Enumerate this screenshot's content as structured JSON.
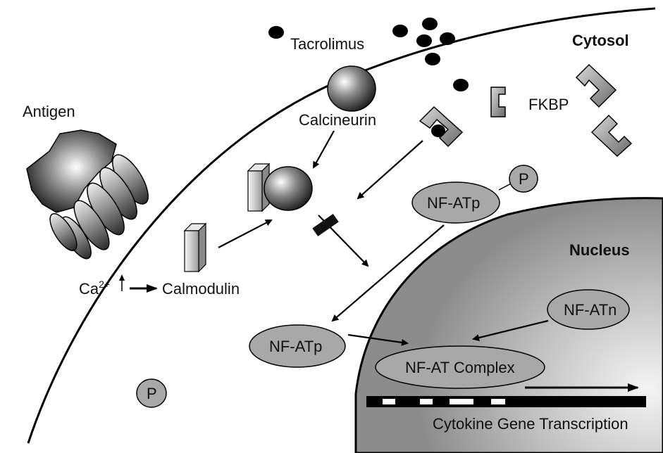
{
  "labels": {
    "tacrolimus": "Tacrolimus",
    "cytosol": "Cytosol",
    "antigen": "Antigen",
    "calcineurin": "Calcineurin",
    "fkbp": "FKBP",
    "p_bound": "P",
    "nfatp_upper": "NF-ATp",
    "nucleus": "Nucleus",
    "ca": "Ca",
    "ca_sup": "2+",
    "calmodulin": "Calmodulin",
    "nfatn": "NF-ATn",
    "nfatp_lower": "NF-ATp",
    "nfat_complex": "NF-AT Complex",
    "p_free": "P",
    "transcription": "Cytokine Gene Transcription"
  },
  "colors": {
    "nucleus_fill_dark": "#9a9a9a",
    "nucleus_fill_light": "#f2f2f2",
    "oval_fill": "#a8a8a8",
    "drug_dots": "#000000"
  }
}
